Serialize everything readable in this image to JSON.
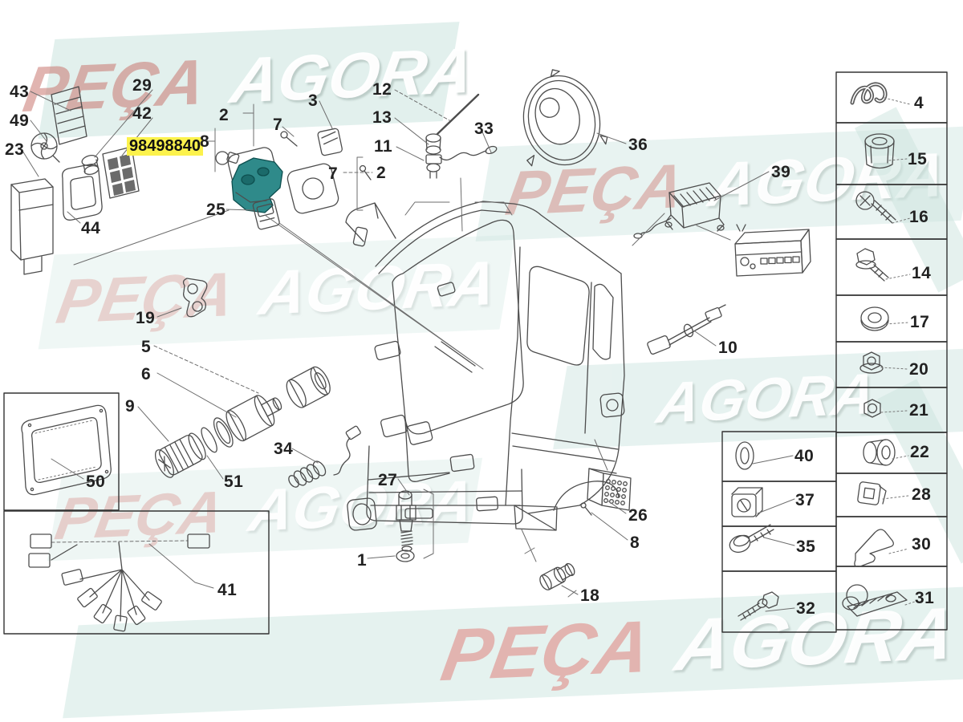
{
  "diagram": {
    "type": "exploded-parts-diagram",
    "subject": "truck cab electrical components",
    "highlighted_part_number": "98498840"
  },
  "watermark": {
    "word1": "PEÇA",
    "word2": "AGORA"
  },
  "labels": [
    "43",
    "49",
    "23",
    "29",
    "42",
    "8",
    "2",
    "7",
    "3",
    "12",
    "13",
    "11",
    "33",
    "36",
    "39",
    "7",
    "2",
    "25",
    "44",
    "19",
    "5",
    "6",
    "9",
    "10",
    "34",
    "51",
    "27",
    "50",
    "1",
    "26",
    "8",
    "18",
    "41",
    "4",
    "15",
    "16",
    "14",
    "17",
    "20",
    "21",
    "22",
    "28",
    "30",
    "31",
    "40",
    "37",
    "35",
    "32"
  ],
  "colors": {
    "highlight_background": "#fcf24c",
    "highlighted_part_fill": "#2f8a8a",
    "line_color": "#4d4d4d",
    "watermark_band": "#cbe4de",
    "watermark_peca": "#c9766f",
    "watermark_agora": "#ffffff"
  }
}
